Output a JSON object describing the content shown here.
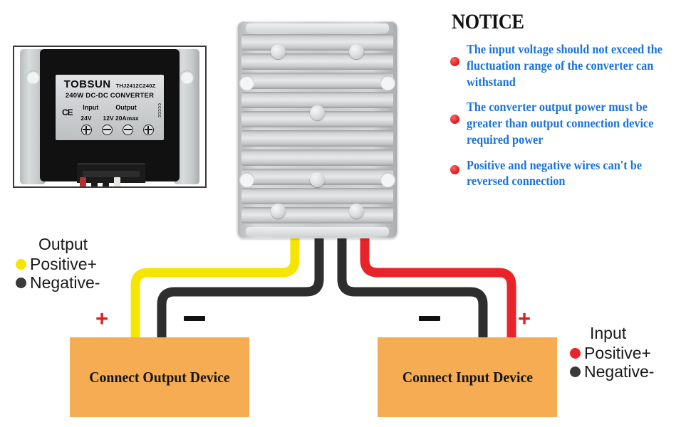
{
  "product_photo": {
    "name": "dc-dc-converter-photo",
    "label": {
      "brand": "TOBSUN",
      "model": "THJ2412C240Z",
      "subtitle": "240W DC-DC CONVERTER",
      "input_heading": "Input",
      "output_heading": "Output",
      "input_value": "24V",
      "output_value": "12V 20Amax",
      "ce_mark": "CE",
      "side_code": "CCCCC"
    }
  },
  "notice": {
    "title": "NOTICE",
    "items": [
      "The input voltage  should not exceed the fluctuation range of the converter can withstand",
      "The converter output power must be greater than output connection device required power",
      "Positive and negative wires can't be reversed connection"
    ],
    "text_color": "#1a73d9",
    "bullet_color": "#e8242a"
  },
  "output_legend": {
    "title": "Output",
    "positive_label": "Positive+",
    "negative_label": "Negative-",
    "positive_color": "#f5e500",
    "negative_color": "#3a3a3a"
  },
  "input_legend": {
    "title": "Input",
    "positive_label": "Positive+",
    "negative_label": "Negative-",
    "positive_color": "#e8242a",
    "negative_color": "#3a3a3a"
  },
  "devices": {
    "output_box_label": "Connect Output Device",
    "input_box_label": "Connect Input Device",
    "box_color": "#f5ac52"
  },
  "polarity": {
    "output_plus": "+",
    "output_minus": "–",
    "input_plus": "+",
    "input_minus": "–",
    "plus_color": "#e02020",
    "minus_color": "#111111"
  },
  "wiring": {
    "output_positive_wire_color": "#f5e500",
    "output_negative_wire_color": "#2e2e2e",
    "input_negative_wire_color": "#2e2e2e",
    "input_positive_wire_color": "#e8242a"
  }
}
